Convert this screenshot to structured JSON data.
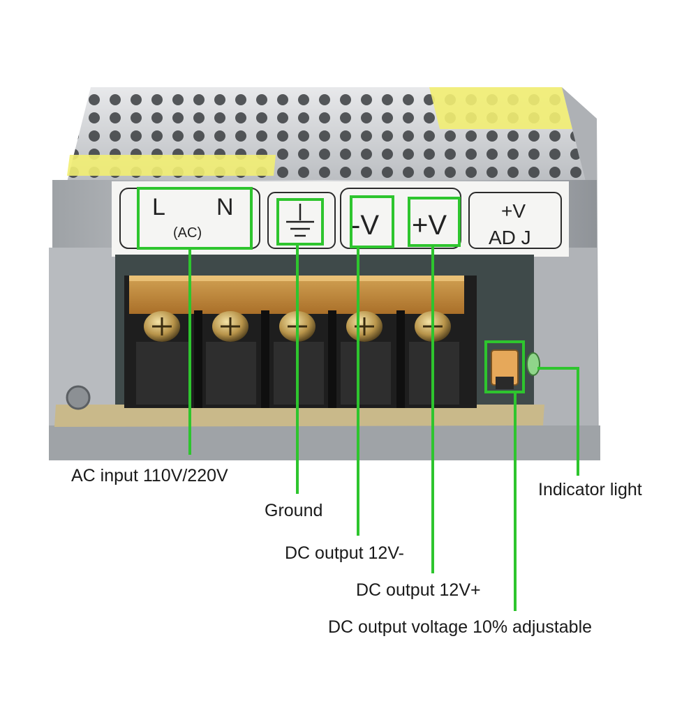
{
  "panel": {
    "terminal_L": "L",
    "terminal_N": "N",
    "terminal_AC": "(AC)",
    "terminal_neg": "-V",
    "terminal_pos": "+V",
    "adj_top": "+V",
    "adj_bottom": "AD J"
  },
  "callouts": {
    "ac_input": "AC input 110V/220V",
    "ground": "Ground",
    "dc_negative": "DC output 12V-",
    "dc_positive": "DC output 12V+",
    "voltage_adjust": "DC output voltage 10% adjustable",
    "indicator_light": "Indicator light"
  },
  "colors": {
    "callout_green": "#2ec52e",
    "metal": "#c7c9cc",
    "terminal_block": "#1e1e1e",
    "cover_strip": "#d89a3c"
  }
}
